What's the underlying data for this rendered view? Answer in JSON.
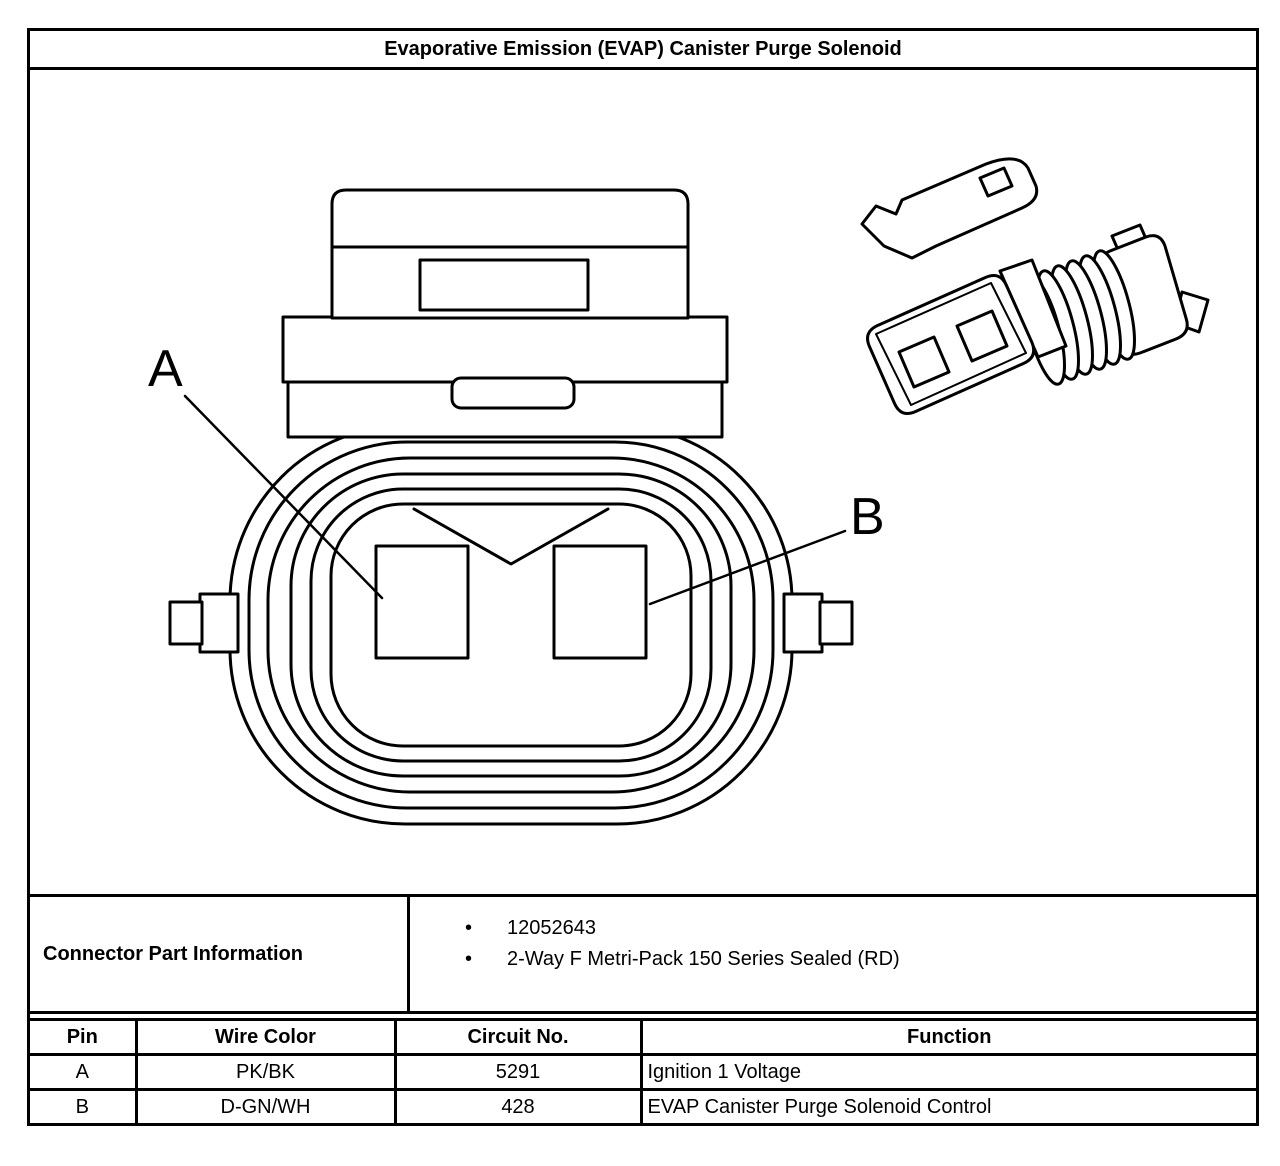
{
  "title": "Evaporative Emission (EVAP) Canister Purge Solenoid",
  "diagram": {
    "pin_a_label": "A",
    "pin_b_label": "B"
  },
  "icons": {
    "bullet": "•"
  },
  "connector_part_information": {
    "label": "Connector Part Information",
    "items": [
      "12052643",
      "2-Way F Metri-Pack 150 Series Sealed (RD)"
    ]
  },
  "pin_table": {
    "headers": [
      "Pin",
      "Wire Color",
      "Circuit No.",
      "Function"
    ],
    "rows": [
      {
        "pin": "A",
        "wire_color": "PK/BK",
        "circuit_no": "5291",
        "function": "Ignition 1 Voltage"
      },
      {
        "pin": "B",
        "wire_color": "D-GN/WH",
        "circuit_no": "428",
        "function": "EVAP Canister Purge Solenoid Control"
      }
    ]
  },
  "colors": {
    "line": "#000000",
    "background": "#ffffff"
  }
}
